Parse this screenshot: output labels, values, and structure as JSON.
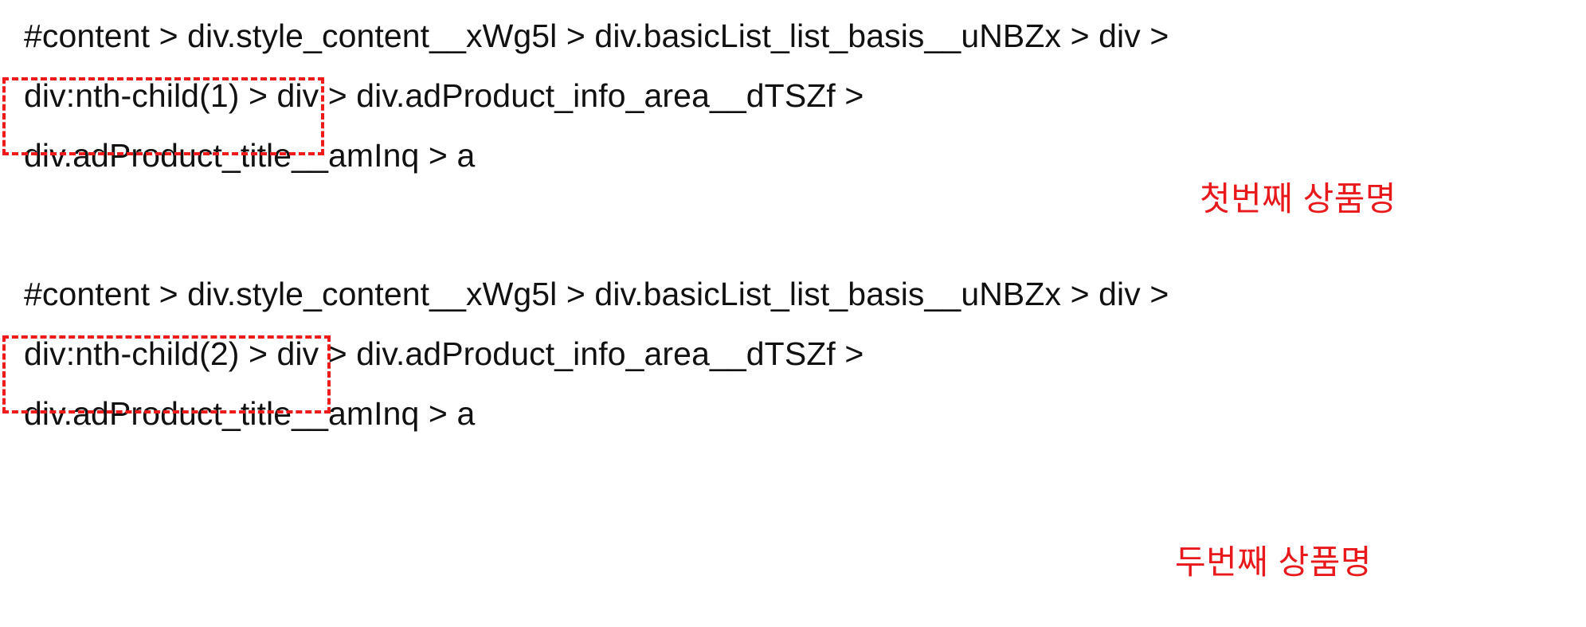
{
  "document": {
    "type": "css-selector-annotation-note",
    "background_color": "#ffffff",
    "text_color": "#111111",
    "highlight_color": "#ef1a1a",
    "annotation_color": "#e8181b"
  },
  "blocks": [
    {
      "id": "selector-block-1",
      "lines": [
        "#content > div.style_content__xWg5l > div.basicList_list_basis__uNBZx > div >",
        "div:nth-child(1) > div > div.adProduct_info_area__dTSZf >",
        "div.adProduct_title__amInq > a"
      ],
      "highlight": {
        "target_text": "div:nth-child(1)",
        "style": "dashed-rectangle",
        "color": "#ef1a1a"
      },
      "annotation": {
        "text": "첫번째 상품명",
        "color": "#e8181b"
      }
    },
    {
      "id": "selector-block-2",
      "lines": [
        "#content > div.style_content__xWg5l > div.basicList_list_basis__uNBZx > div >",
        "div:nth-child(2) > div > div.adProduct_info_area__dTSZf >",
        "div.adProduct_title__amInq > a"
      ],
      "highlight": {
        "target_text": "div:nth-child(2)",
        "style": "dashed-rectangle",
        "color": "#ef1a1a"
      },
      "annotation": {
        "text": "두번째 상품명",
        "color": "#e8181b"
      }
    }
  ]
}
